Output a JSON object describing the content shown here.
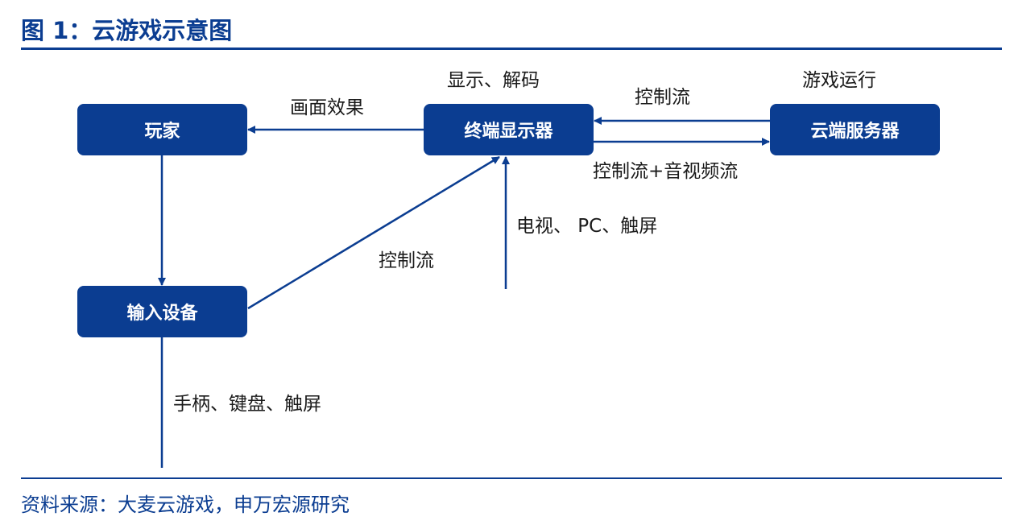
{
  "title": "图 1：云游戏示意图",
  "source": "资料来源：大麦云游戏，申万宏源研究",
  "colors": {
    "accent": "#0b3d91",
    "node_text": "#ffffff",
    "label_text": "#1a1a1a"
  },
  "nodes": {
    "player": "玩家",
    "terminal": "终端显示器",
    "server": "云端服务器",
    "input": "输入设备"
  },
  "labels": {
    "display_decode": "显示、解码",
    "game_running": "游戏运行",
    "picture_effect": "画面效果",
    "control_flow_top": "控制流",
    "control_av_flow": "控制流+音视频流",
    "terminal_devices": "电视、 PC、触屏",
    "control_flow_mid": "控制流",
    "input_devices": "手柄、键盘、触屏"
  }
}
